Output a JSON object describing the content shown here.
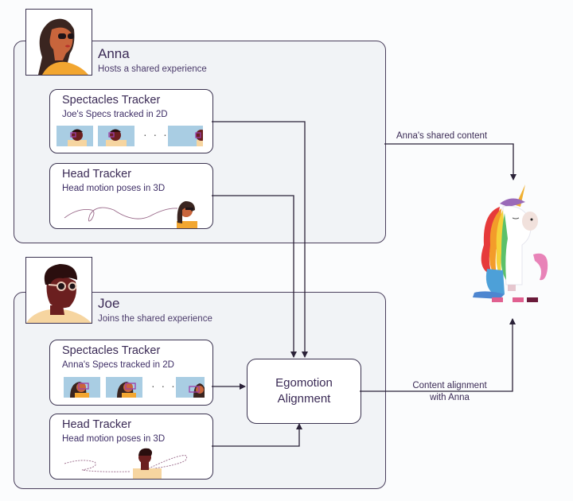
{
  "participants": {
    "anna": {
      "name": "Anna",
      "role": "Hosts a shared experience",
      "spectacles_tracker": {
        "title": "Spectacles Tracker",
        "subtitle": "Joe's Specs tracked in 2D",
        "ellipsis": "· · ·"
      },
      "head_tracker": {
        "title": "Head Tracker",
        "subtitle": "Head motion poses in 3D"
      }
    },
    "joe": {
      "name": "Joe",
      "role": "Joins the shared experience",
      "spectacles_tracker": {
        "title": "Spectacles Tracker",
        "subtitle": "Anna's Specs tracked in 2D",
        "ellipsis": "· · ·"
      },
      "head_tracker": {
        "title": "Head Tracker",
        "subtitle": "Head motion poses in 3D"
      }
    }
  },
  "egomotion": {
    "line1": "Egomotion",
    "line2": "Alignment"
  },
  "edges": {
    "anna_shared_content": "Anna's shared content",
    "content_alignment_line1": "Content alignment",
    "content_alignment_line2": "with Anna"
  },
  "colors": {
    "stroke": "#3b3350",
    "group_bg": "#f1f3f6",
    "thumb_bg": "#a9cde3",
    "skin_anna": "#c8653c",
    "skin_joe": "#6b1f1f",
    "shirt_anna": "#f2a630",
    "shirt_joe": "#f6d5a0",
    "tracked_specs": "#9c3fa8"
  }
}
